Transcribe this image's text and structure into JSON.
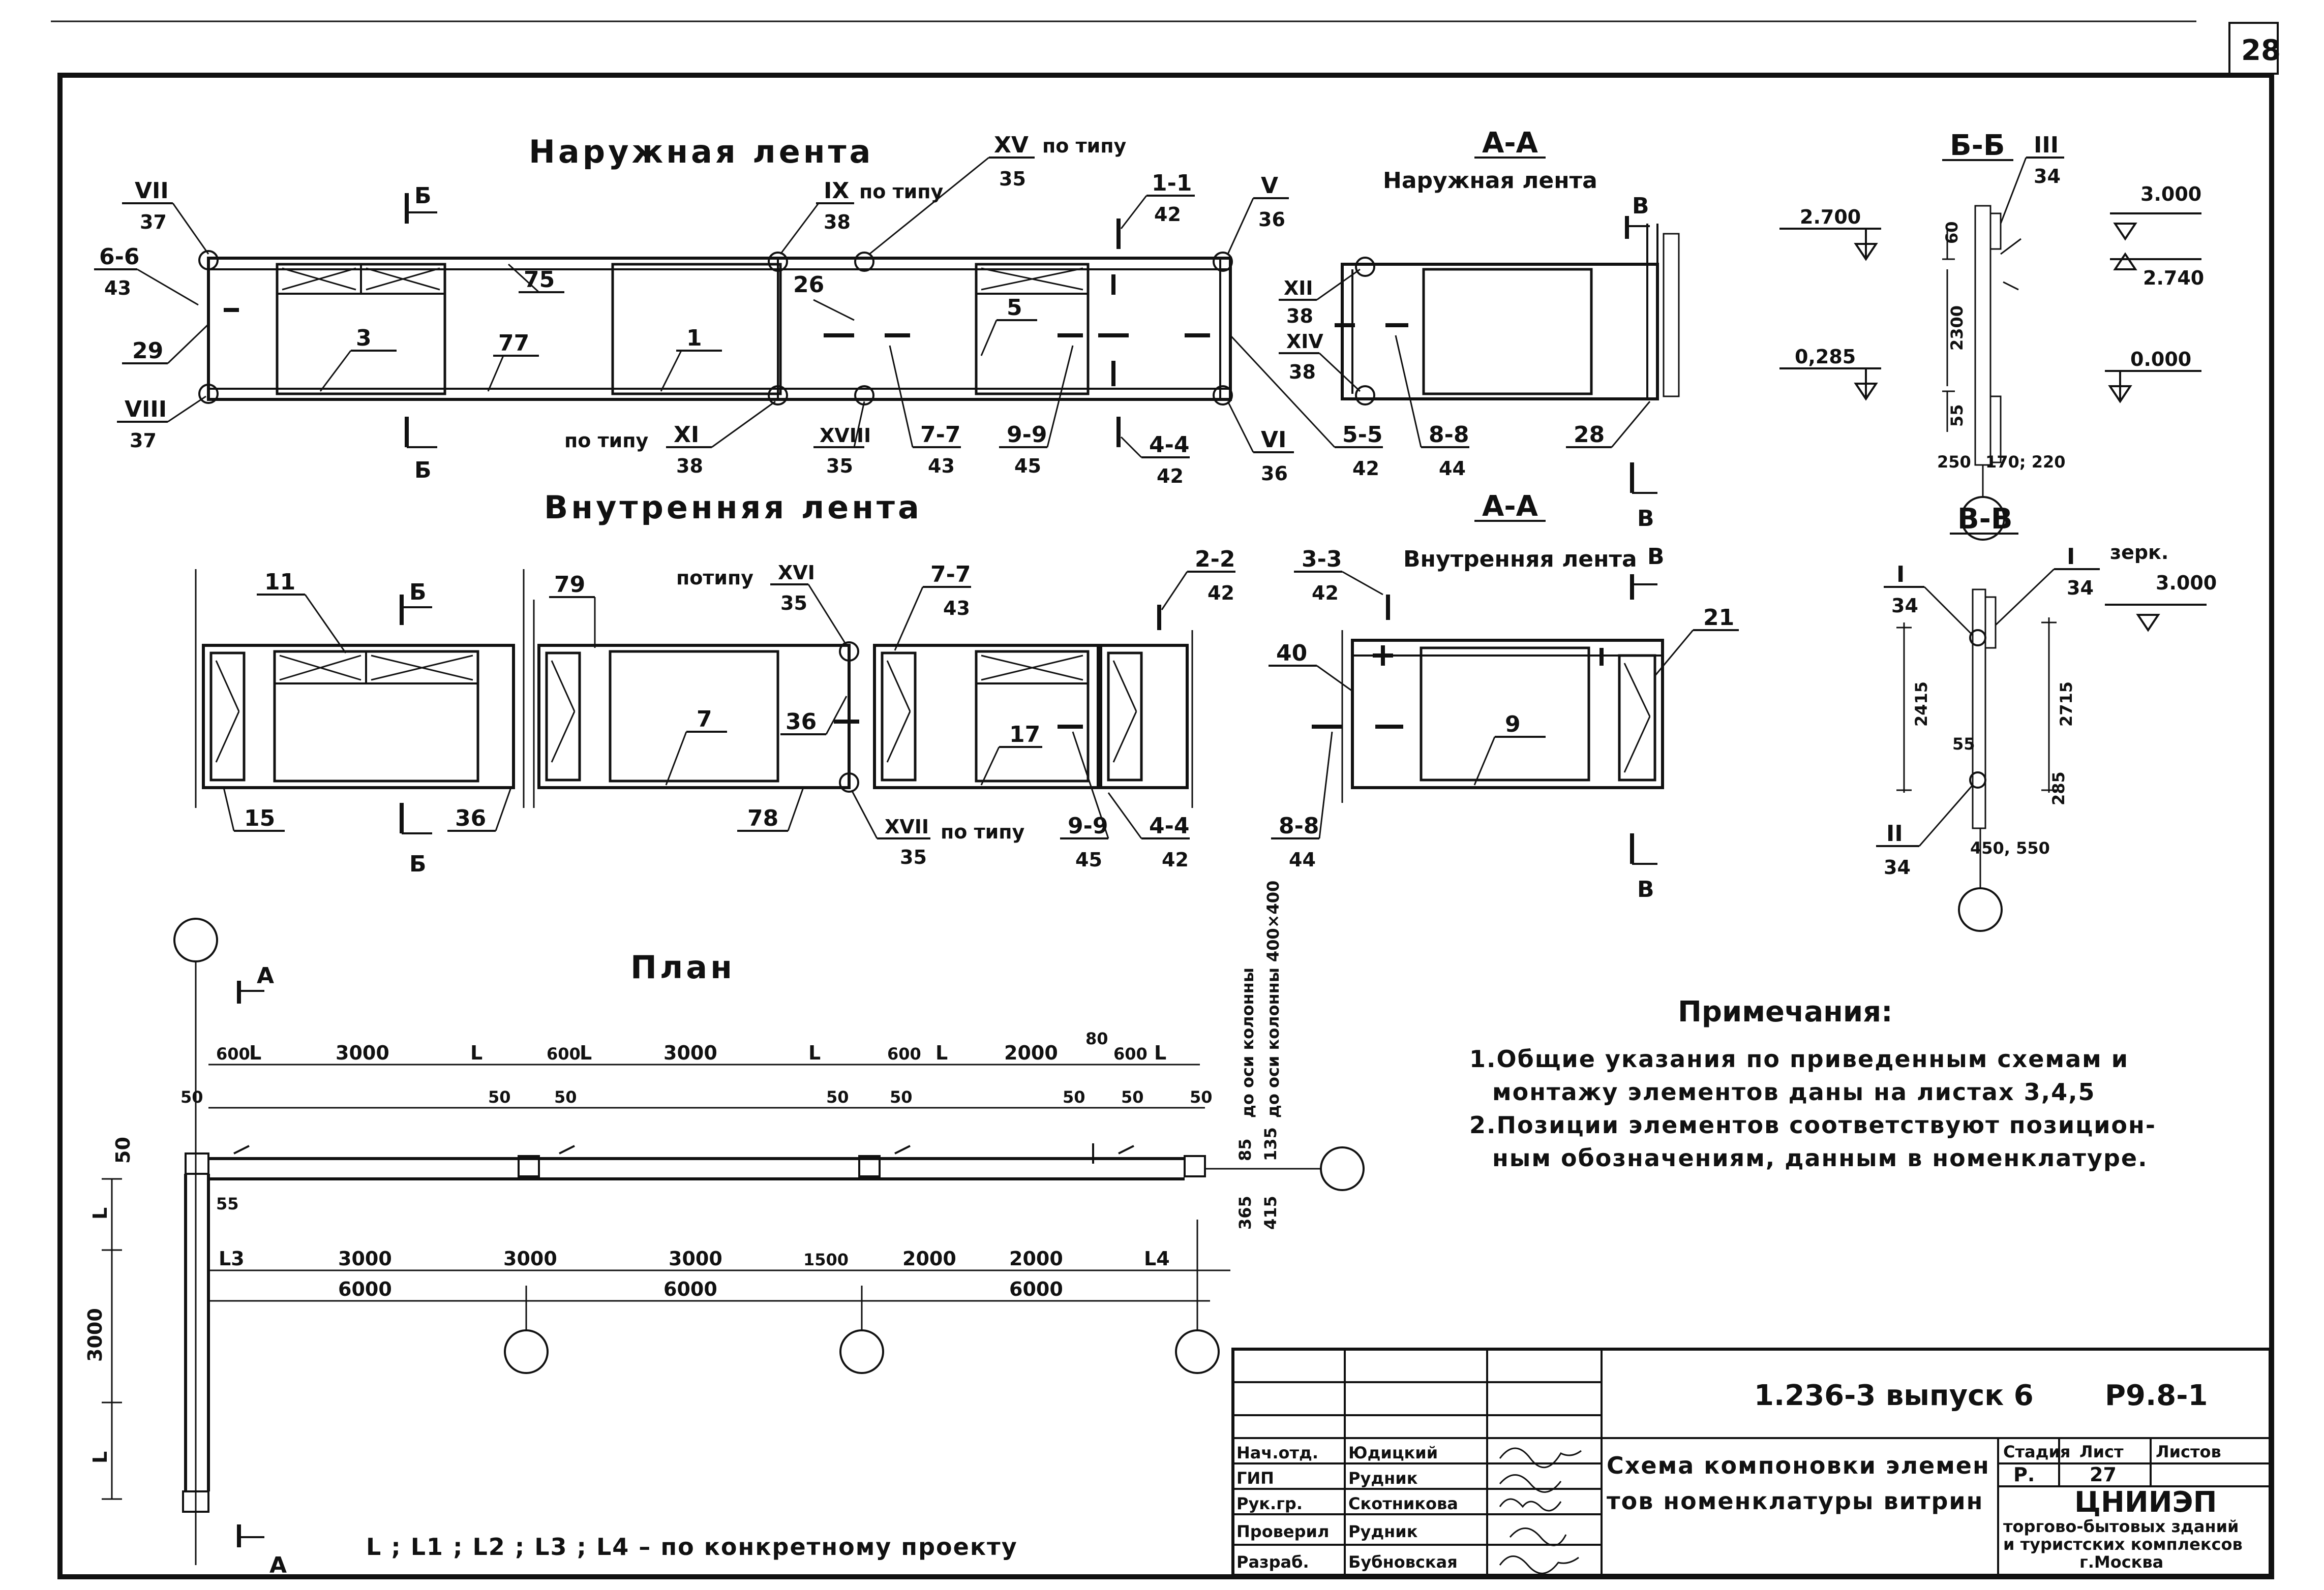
{
  "sheet_number": "28",
  "views": {
    "outer_title": "Наружная лента",
    "inner_title": "Внутренняя лента",
    "plan_title": "План",
    "aa_outer_title": "А-А",
    "aa_outer_sub": "Наружная лента",
    "aa_inner_title": "А-А",
    "aa_inner_sub": "Внутренняя лента",
    "bb_title": "Б-Б",
    "vv_title": "В-В"
  },
  "marks": {
    "b": "Б",
    "a": "А",
    "v": "В"
  },
  "sections": {
    "s6_6": "6-6",
    "s6_6_sheet": "43",
    "s1_1": "1-1",
    "s1_1_sheet": "42",
    "s7_7": "7-7",
    "s7_7_sheet": "43",
    "s9_9": "9-9",
    "s9_9_sheet": "45",
    "s4_4": "4-4",
    "s4_4_sheet": "42",
    "s5_5": "5-5",
    "s5_5_sheet": "42",
    "s8_8": "8-8",
    "s8_8_sheet": "44",
    "s2_2": "2-2",
    "s2_2_sheet": "42",
    "s3_3": "3-3",
    "s3_3_sheet": "42"
  },
  "nodes": {
    "vii": "VII",
    "vii_sheet": "37",
    "viii": "VIII",
    "viii_sheet": "37",
    "ix": "IX",
    "ix_sheet": "38",
    "xv": "XV",
    "xv_sheet": "35",
    "v": "V",
    "v_sheet": "36",
    "vi": "VI",
    "vi_sheet": "36",
    "xi": "XI",
    "xi_sheet": "38",
    "xviii": "XVIII",
    "xviii_sheet": "35",
    "xii": "XII",
    "xii_sheet": "38",
    "xiv": "XIV",
    "xiv_sheet": "38",
    "xvi": "XVI",
    "xvi_sheet": "35",
    "xvii": "XVII",
    "xvii_sheet": "35",
    "iii": "III",
    "iii_sheet": "34",
    "i": "I",
    "i_sheet": "34",
    "ii": "II",
    "ii_sheet": "34",
    "po_tipu": "по типу",
    "po_tipu_compact": "потипу",
    "zerk": "зерк."
  },
  "positions": [
    "75",
    "3",
    "77",
    "1",
    "26",
    "5",
    "29",
    "28",
    "11",
    "79",
    "7",
    "36",
    "17",
    "15",
    "78",
    "40",
    "9",
    "21",
    "36"
  ],
  "levels": {
    "l2700": "2.700",
    "l0285": "0,285",
    "l3000": "3.000",
    "l2740": "2.740",
    "l0000": "0.000",
    "l3000b": "3.000",
    "d60": "60",
    "d2300": "2300",
    "d55": "55",
    "d250": "250",
    "d170": "170; 220",
    "d2415": "2415",
    "d2715": "2715",
    "d55b": "55",
    "d285": "285",
    "d450": "450, 550"
  },
  "plan_dims": {
    "top_row": [
      "600",
      "L",
      "3000",
      "L",
      "600",
      "L",
      "3000",
      "L",
      "600",
      "L",
      "2000",
      "80",
      "600",
      "L"
    ],
    "fifty": "50",
    "mid_row": [
      "L3",
      "3000",
      "3000",
      "3000",
      "1500",
      "2000",
      "2000",
      "L4"
    ],
    "bot_row": [
      "6000",
      "6000",
      "6000"
    ],
    "left_50": "50",
    "left_55": "55",
    "left_L": "L",
    "left_3000": "3000",
    "left_L2": "L",
    "col_axis_1": "до оси колонны",
    "col_axis_2": "до оси колонны 400×400",
    "d85": "85",
    "d135": "135",
    "d365": "365",
    "d415": "415",
    "footnote": "L ; L1 ; L2 ; L3 ; L4 – по конкретному проекту"
  },
  "notes": {
    "title": "Примечания:",
    "line1": "1.Общие указания по приведенным схемам и",
    "line2": "монтажу элементов даны на листах 3,4,5",
    "line3": "2.Позиции элементов соответствуют позицион-",
    "line4": "ным обозначениям, данным в номенклатуре."
  },
  "title_block": {
    "code": "1.236-3 выпуск 6",
    "doc": "Р9.8-1",
    "name_line1": "Схема компоновки элемен",
    "name_line2": "тов номенклатуры витрин",
    "h_stage": "Стадия",
    "h_sheet": "Лист",
    "h_sheets": "Листов",
    "stage": "Р.",
    "sheet": "27",
    "sheets": "",
    "org_name": "ЦНИИЭП",
    "org_line1": "торгово-бытовых зданий",
    "org_line2": "и туристских комплексов",
    "org_line3": "г.Москва",
    "roles": [
      {
        "role": "Нач.отд.",
        "name": "Юдицкий"
      },
      {
        "role": "ГИП",
        "name": "Рудник"
      },
      {
        "role": "Рук.гр.",
        "name": "Скотникова"
      },
      {
        "role": "Проверил",
        "name": "Рудник"
      },
      {
        "role": "Разраб.",
        "name": "Бубновская"
      }
    ]
  }
}
